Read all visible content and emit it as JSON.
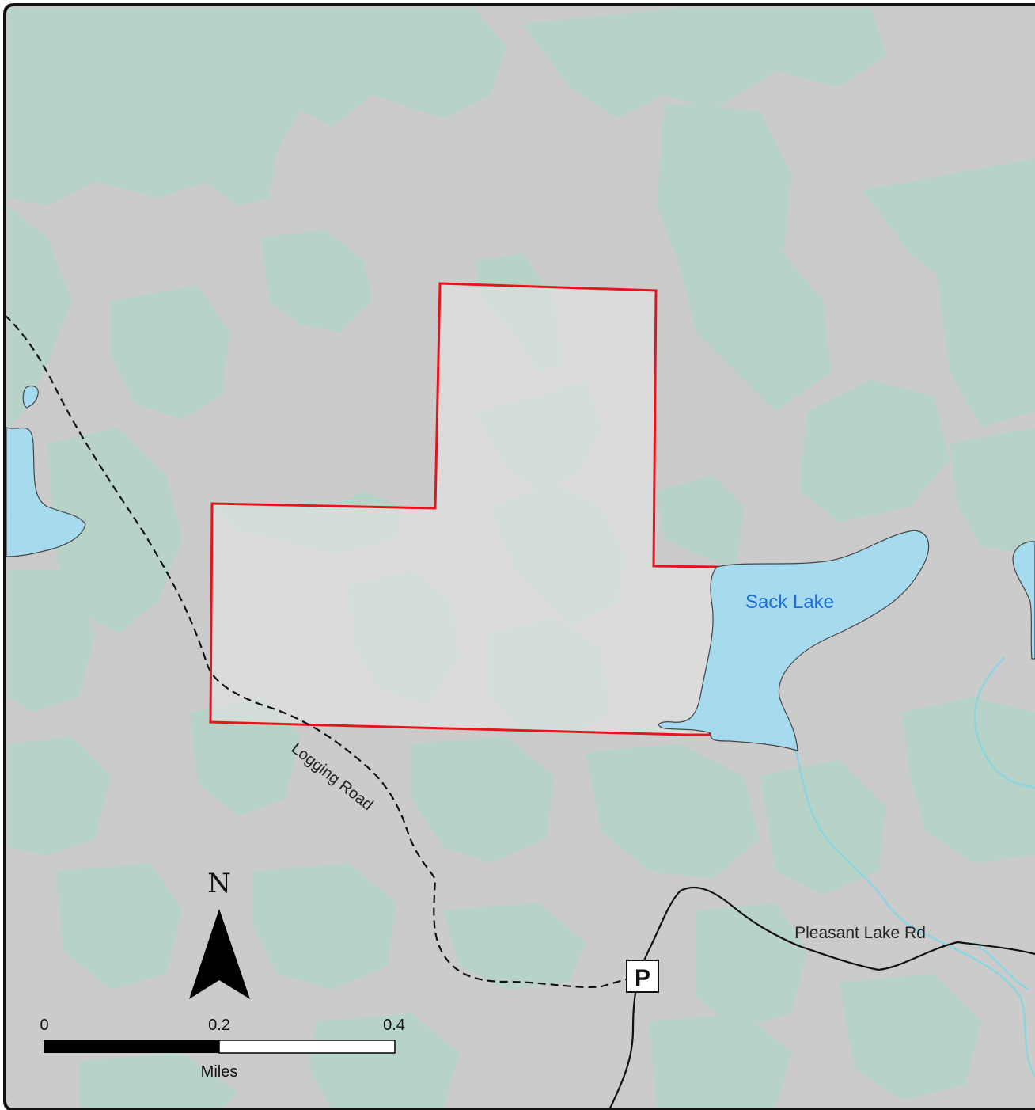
{
  "map": {
    "colors": {
      "land": "#cbcbcb",
      "forest": "#b7d3c8",
      "water": "#a6dbef",
      "stream": "#8ed3e0",
      "boundary": "#e8141b",
      "parcel_fill": "#e6e6e6",
      "road": "#111111",
      "lake_label": "#1f6fd6"
    },
    "labels": {
      "lake": "Sack Lake",
      "logging_road": "Logging Road",
      "pleasant_lake_rd": "Pleasant Lake Rd"
    },
    "parking": {
      "icon": "parking-icon",
      "label": "P"
    },
    "north_arrow": {
      "icon": "north-arrow-icon",
      "label": "N"
    },
    "scale_bar": {
      "ticks": [
        "0",
        "0.2",
        "0.4"
      ],
      "units": "Miles"
    }
  }
}
